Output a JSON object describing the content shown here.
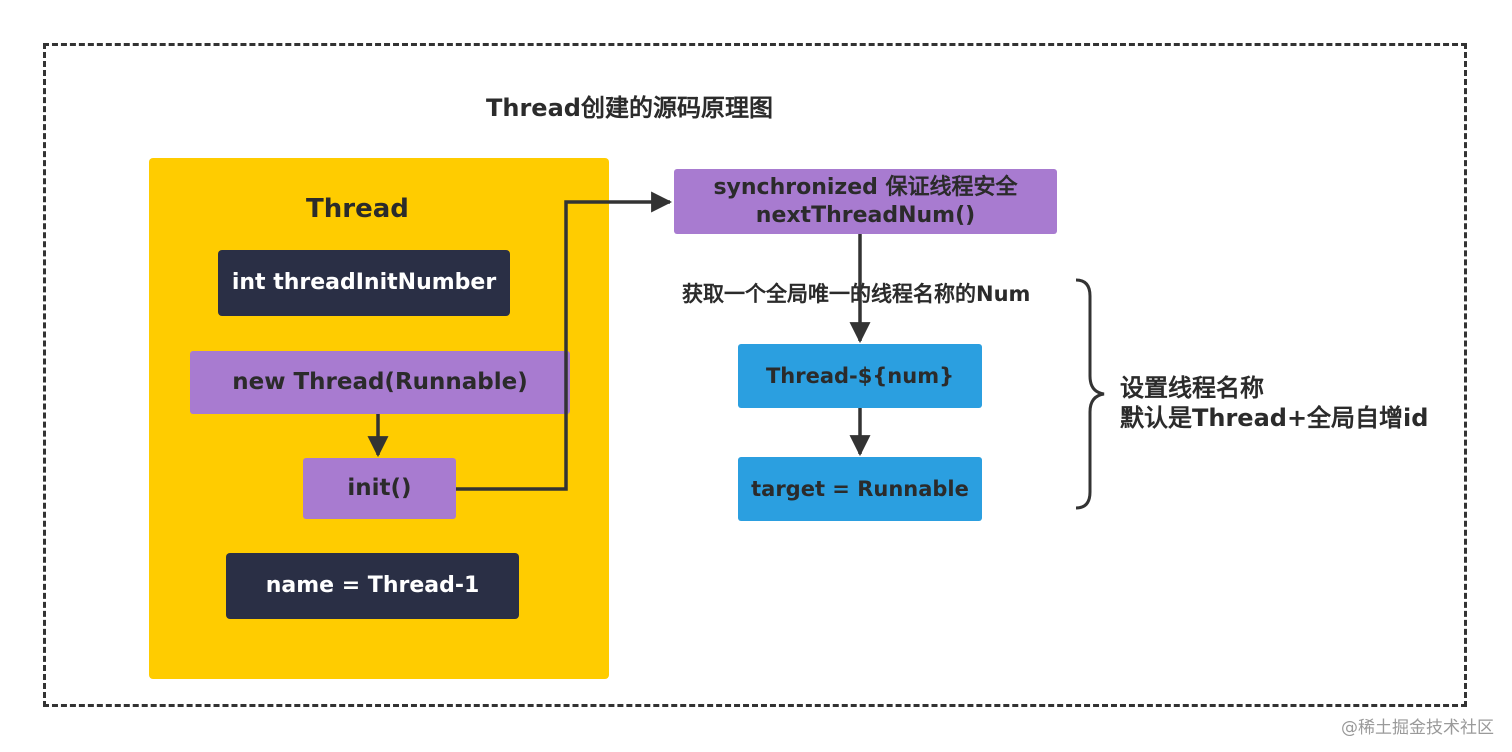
{
  "title": "Thread创建的源码原理图",
  "thread_panel": {
    "title": "Thread",
    "field_box": "int threadInitNumber",
    "constructor_box": "new Thread(Runnable)",
    "init_box": "init()",
    "name_box": "name = Thread-1"
  },
  "flow": {
    "sync_line1": "synchronized  保证线程安全",
    "sync_line2": "nextThreadNum()",
    "step_label": "获取一个全局唯一的线程名称的Num",
    "thread_name_box": "Thread-${num}",
    "target_box": "target = Runnable"
  },
  "brace_note": {
    "line1": "设置线程名称",
    "line2": "默认是Thread+全局自增id"
  },
  "watermark": "@稀土掘金技术社区",
  "colors": {
    "panel": "#ffcc00",
    "dark_box": "#2a2f45",
    "purple_box": "#a87bd0",
    "blue_box": "#2b9fe0",
    "line": "#333333"
  }
}
